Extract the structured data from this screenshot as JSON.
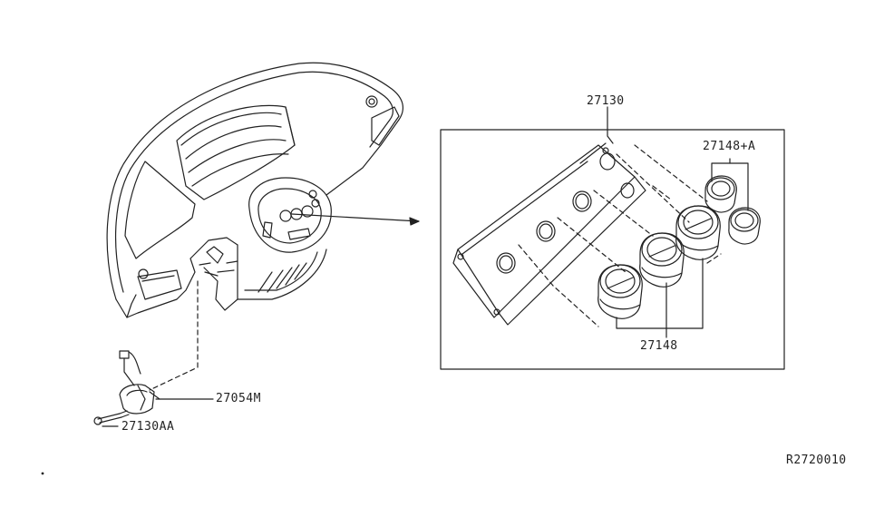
{
  "diagram": {
    "part_labels": {
      "control_assembly": "27130",
      "knob_small": "27148+A",
      "knob_large": "27148",
      "sensor": "27054M",
      "screw": "27130AA"
    },
    "reference_code": "R2720010"
  }
}
